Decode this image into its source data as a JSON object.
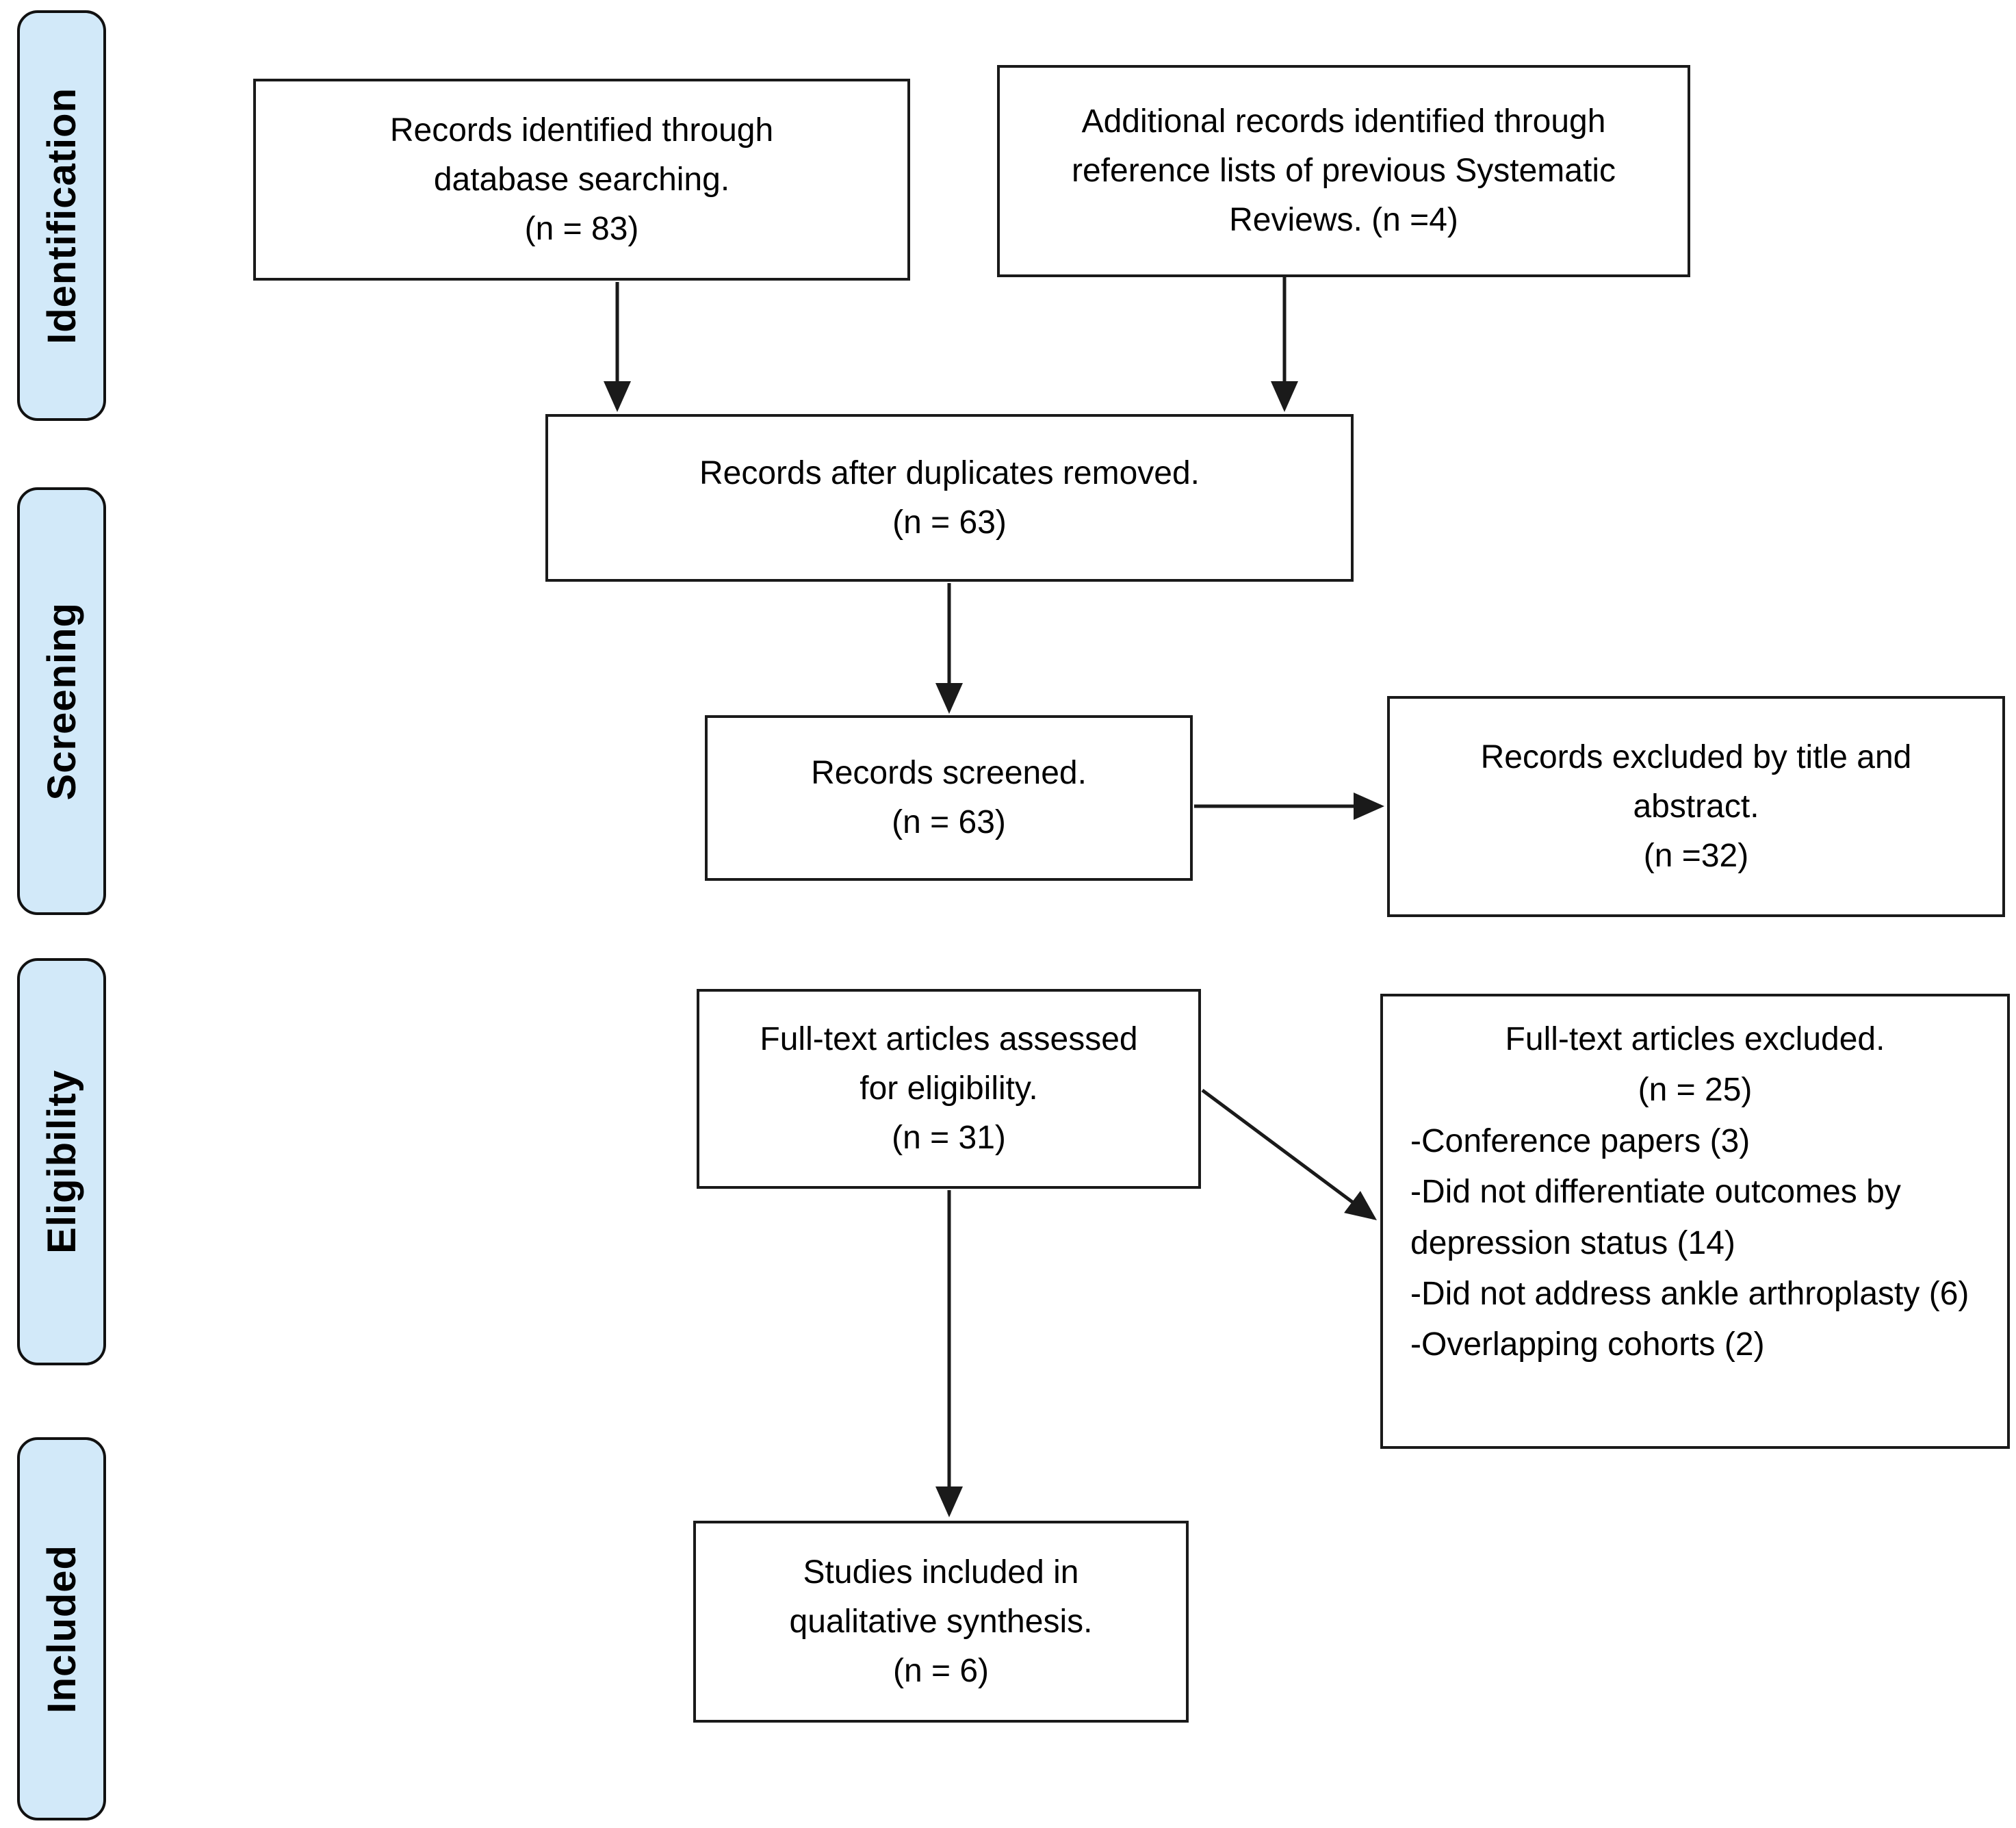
{
  "stages": {
    "identification": {
      "label": "Identification"
    },
    "screening": {
      "label": "Screening"
    },
    "eligibility": {
      "label": "Eligibility"
    },
    "included": {
      "label": "Included"
    }
  },
  "boxes": {
    "identified": {
      "lines": [
        "Records identified through",
        "database searching.",
        "(n = 83)"
      ]
    },
    "additional": {
      "lines": [
        "Additional records identified through",
        "reference lists of previous Systematic",
        "Reviews. (n =4)"
      ]
    },
    "deduplicated": {
      "lines": [
        "Records after duplicates removed.",
        "(n = 63)"
      ]
    },
    "screened": {
      "lines": [
        "Records screened.",
        "(n = 63)"
      ]
    },
    "excluded_screening": {
      "lines": [
        "Records excluded by title and",
        "abstract.",
        "(n =32)"
      ]
    },
    "fulltext_assessed": {
      "lines": [
        "Full-text articles assessed",
        "for eligibility.",
        "(n = 31)"
      ]
    },
    "fulltext_excluded": {
      "header": [
        "Full-text articles excluded.",
        "(n = 25)"
      ],
      "reasons": [
        "-Conference papers (3)",
        "-Did not differentiate outcomes by depression status (14)",
        "-Did not address ankle arthroplasty (6)",
        "-Overlapping cohorts (2)"
      ]
    },
    "included_synthesis": {
      "lines": [
        "Studies included in",
        "qualitative synthesis.",
        "(n = 6)"
      ]
    }
  },
  "colors": {
    "stage_fill": "#d2e9f9",
    "box_fill": "#ffffff",
    "border": "#1a1a1a",
    "arrow": "#1a1a1a",
    "text": "#000000"
  }
}
